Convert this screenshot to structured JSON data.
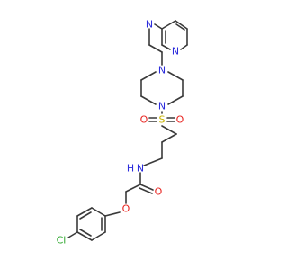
{
  "atom_colors": {
    "N": "#2c2cdc",
    "O": "#e8231f",
    "S": "#c8b400",
    "Cl": "#2ea82e"
  },
  "atoms": [
    {
      "id": "n_pyr_left",
      "symbol": "N",
      "label": "N",
      "element": "N"
    },
    {
      "id": "n_pyr_right",
      "symbol": "N",
      "label": "N",
      "element": "N"
    },
    {
      "id": "n_pip_top",
      "symbol": "N",
      "label": "N",
      "element": "N"
    },
    {
      "id": "n_pip_bottom",
      "symbol": "N",
      "label": "N",
      "element": "N"
    },
    {
      "id": "s_sulfonyl",
      "symbol": "S",
      "label": "S",
      "element": "S"
    },
    {
      "id": "o_sulfonyl_left",
      "symbol": "O",
      "label": "O",
      "element": "O"
    },
    {
      "id": "o_sulfonyl_right",
      "symbol": "O",
      "label": "O",
      "element": "O"
    },
    {
      "id": "nh_amide",
      "symbol": "N",
      "label": "N",
      "sublabel": "H",
      "element": "N"
    },
    {
      "id": "o_amide",
      "symbol": "O",
      "label": "O",
      "element": "O"
    },
    {
      "id": "o_ether",
      "symbol": "O",
      "label": "O",
      "element": "O"
    },
    {
      "id": "cl_aryl",
      "symbol": "Cl",
      "label": "Cl",
      "element": "Cl"
    }
  ]
}
